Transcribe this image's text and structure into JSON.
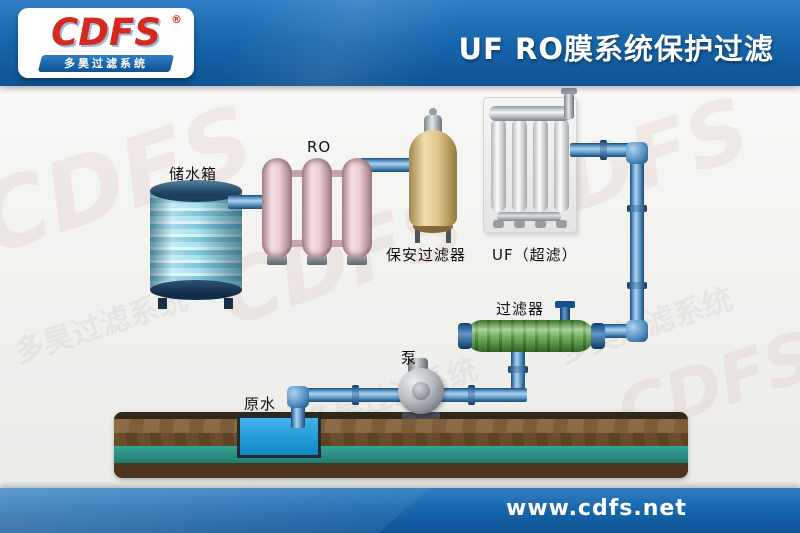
{
  "header": {
    "logo": {
      "text": "CDFS",
      "reg": "®",
      "subtext": "多昊过滤系统"
    },
    "title": "UF RO膜系统保护过滤"
  },
  "diagram": {
    "labels": {
      "storage_tank": "储水箱",
      "ro": "RO",
      "security_filter": "保安过滤器",
      "uf": "UF（超滤）",
      "filter": "过滤器",
      "pump": "泵",
      "raw_water": "原水"
    }
  },
  "watermark": {
    "brand": "CDFS",
    "brand_cn": "多昊过滤系统"
  },
  "footer": {
    "url": "www.cdfs.net"
  },
  "colors": {
    "header_blue": "#1766ab",
    "logo_red": "#d7281d",
    "pipe_blue": "#5590c2",
    "tank_cyan": "#74c5d8",
    "ro_pink": "#eacfd5",
    "security_tan": "#e3ca90",
    "filter_green": "#4c8a39",
    "raw_water_blue": "#1899d6",
    "soil_brown": "#6b4d2c",
    "aquifer_teal": "#2f9a8c"
  }
}
